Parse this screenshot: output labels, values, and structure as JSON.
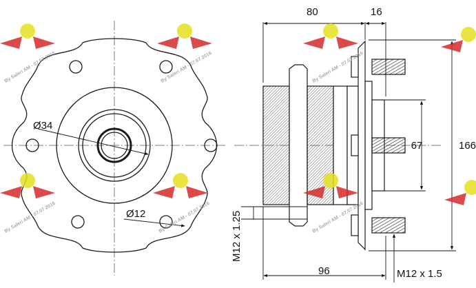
{
  "front_view": {
    "bore_label": "Ø34",
    "bolt_hole_label": "Ø12"
  },
  "side_view": {
    "width_label": "80",
    "flange_label": "16",
    "pcd_label": "67",
    "overall_label": "166",
    "total_length_label": "96",
    "bolt_thread_label": "M12 x 1.25",
    "stud_thread_label": "M12 x 1.5"
  },
  "watermark": {
    "text": "By Saleri AM - 07.07.2016",
    "logo_color": "#e6e11e",
    "wing_color": "#d42a2a"
  },
  "colors": {
    "line": "#1a1a1a",
    "center_line": "#555555"
  }
}
